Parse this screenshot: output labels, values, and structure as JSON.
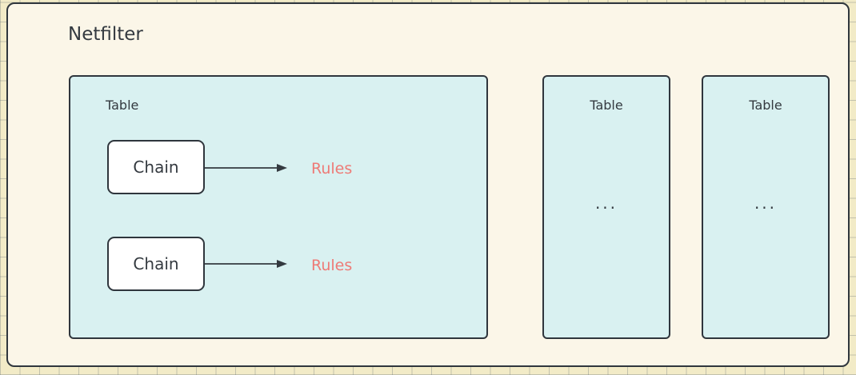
{
  "diagram": {
    "title": "Netfilter",
    "main_table": {
      "label": "Table",
      "chains": [
        {
          "label": "Chain",
          "rules_label": "Rules"
        },
        {
          "label": "Chain",
          "rules_label": "Rules"
        }
      ]
    },
    "other_tables": [
      {
        "label": "Table",
        "ellipsis": "..."
      },
      {
        "label": "Table",
        "ellipsis": "..."
      }
    ],
    "colors": {
      "canvas_bg": "#f2ebc7",
      "panel_bg": "#fbf6e8",
      "table_fill": "#d9f1f1",
      "chain_fill": "#ffffff",
      "border": "#2f363d",
      "text": "#343a40",
      "rules_text": "#ee7a76"
    }
  }
}
